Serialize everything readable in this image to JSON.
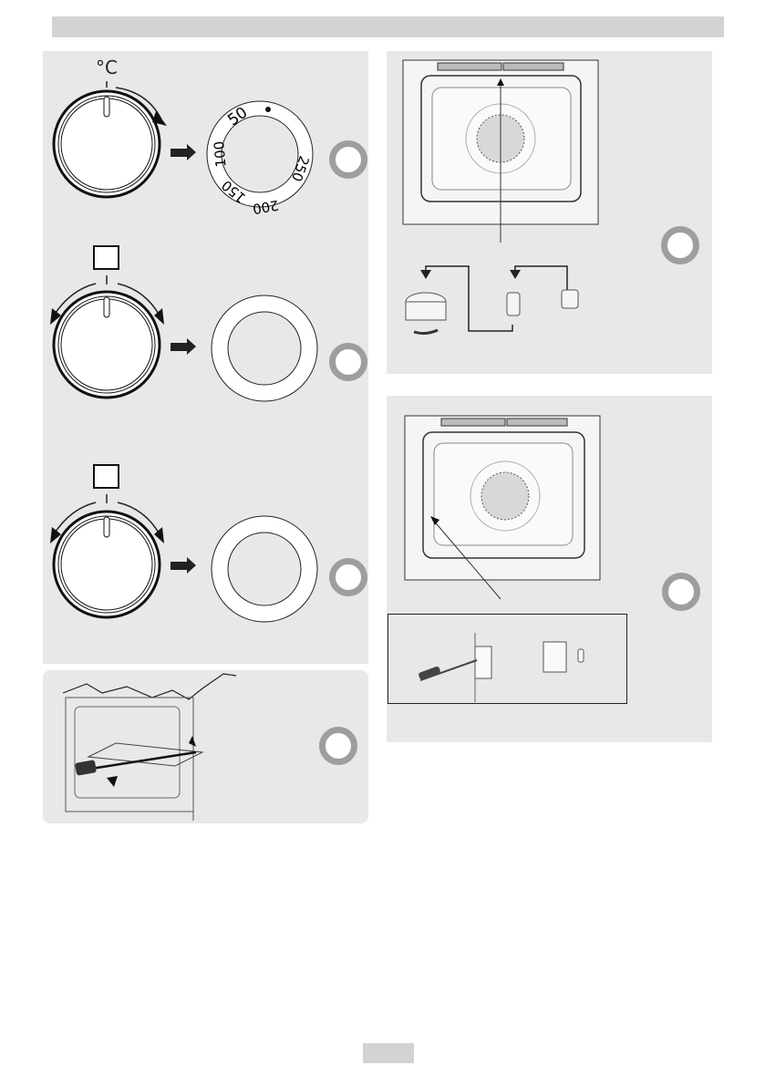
{
  "header": {
    "bar_color": "#d3d3d3",
    "title": ""
  },
  "colors": {
    "panel_bg": "#e8e8e8",
    "ring": "#9e9e9e",
    "line": "#1a1a1a"
  },
  "figures": {
    "temperature_knob": {
      "symbol": "°C",
      "dial_labels": [
        "50",
        "100",
        "150",
        "200",
        "250"
      ],
      "step_marker": ""
    },
    "function_knob_a": {
      "symbol": "square-icon",
      "segments": 10,
      "step_marker": ""
    },
    "function_knob_b": {
      "symbol": "square-icon",
      "segments": 12,
      "step_marker": ""
    },
    "grill_element": {
      "caption": "",
      "step_marker": ""
    },
    "lamp_replacement_top": {
      "caption": "",
      "step_marker": ""
    },
    "lamp_replacement_side": {
      "caption": "",
      "step_marker": ""
    }
  },
  "footer": {
    "page_number": ""
  }
}
